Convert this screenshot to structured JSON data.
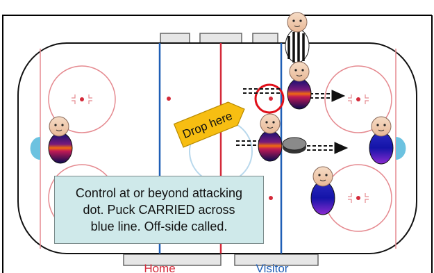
{
  "rink": {
    "home_label": "Home",
    "visitor_label": "Visitor",
    "colors": {
      "red_line": "#d42a3a",
      "blue_line": "#1f5fb6",
      "faceoff_circle": "#e58a90",
      "drop_here_fill": "#f7be12",
      "dot_marker": "#e0101a"
    }
  },
  "drop_here": {
    "label": "Drop here"
  },
  "info_box": {
    "line1": "Control at or beyond attacking",
    "line2": "dot. Puck CARRIED across",
    "line3": "blue line. Off-side called."
  },
  "icons": [
    "referee-icon",
    "player-icon",
    "puck-icon",
    "arrow-icon"
  ]
}
